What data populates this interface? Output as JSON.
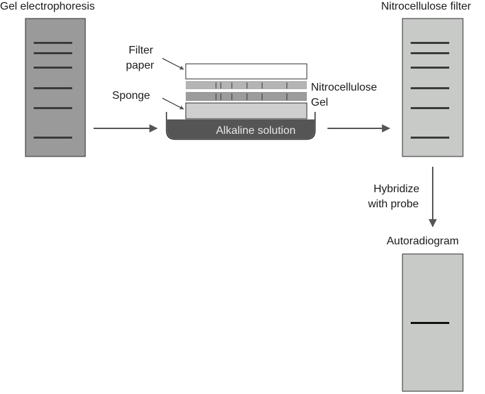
{
  "labels": {
    "gel_electrophoresis": "Gel electrophoresis",
    "nitrocellulose_filter": "Nitrocellulose filter",
    "filter_paper_line1": "Filter",
    "filter_paper_line2": "paper",
    "sponge": "Sponge",
    "nitrocellulose": "Nitrocellulose",
    "gel": "Gel",
    "alkaline_solution": "Alkaline solution",
    "hybridize_line1": "Hybridize",
    "hybridize_line2": "with probe",
    "autoradiogram": "Autoradiogram"
  },
  "gel_band_count": 6,
  "filter_band_count": 6,
  "autoradiogram_band_count": 1,
  "colors": {
    "gel": "#9a9a9a",
    "filter": "#c8cac8",
    "band": "#3a3a3a",
    "tray": "#555555",
    "arrow": "#555555",
    "paper": "#ffffff",
    "blot_layer": "#b4b4b4",
    "gel_layer": "#9c9c9c",
    "sponge_layer": "#cfcfcf"
  }
}
